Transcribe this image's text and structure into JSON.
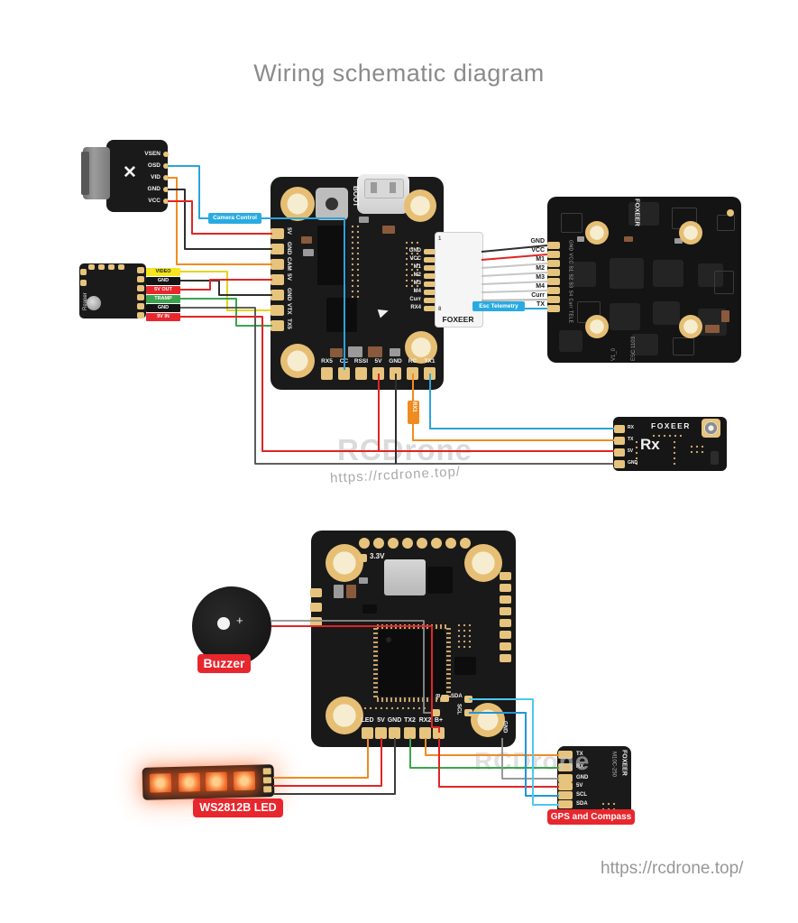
{
  "title": "Wiring schematic diagram",
  "watermark": {
    "brand": "RCDrone",
    "url": "https://rcdrone.top/"
  },
  "footer": {
    "url": "https://rcdrone.top/"
  },
  "colors": {
    "accent_blue": "#29abe2",
    "badge_red": "#e8262d",
    "wire_red": "#e02525",
    "wire_orange": "#f08b21",
    "wire_yellow": "#e5d41f",
    "wire_green": "#3aa54e",
    "wire_blue": "#2ba3da",
    "wire_cyan": "#4cc8f2",
    "wire_black": "#2f2f2f",
    "pcb_black": "#1a1a1a",
    "pad_gold": "#e7c47d"
  },
  "camera": {
    "logo": "✕",
    "pins": [
      "VSEN",
      "OSD",
      "VID",
      "GND",
      "VCC"
    ],
    "control_label": "Camera Control"
  },
  "vtx": {
    "name": "Reaper",
    "pins": [
      "VIDEO",
      "GND",
      "5V OUT",
      "TRAMP",
      "GND",
      "9V IN"
    ]
  },
  "fc_top": {
    "boot": "BOOT",
    "brand": "FOXEER",
    "left_pins": [
      "5V",
      "GND",
      "CAM",
      "5V",
      "GND",
      "VTX",
      "TX5"
    ],
    "conn_pins": [
      "GND",
      "VCC",
      "M1",
      "M2",
      "M3",
      "M4",
      "Curr",
      "RX4"
    ],
    "pin_first": "1",
    "pin_last": "8",
    "bottom_pins": [
      "RX5",
      "CC",
      "RSSI",
      "5V",
      "GND",
      "RC",
      "TX1"
    ],
    "rx1_tag": "RX1"
  },
  "esc": {
    "brand": "FOXEER",
    "wire_labels": [
      "GND",
      "VCC",
      "M1",
      "M2",
      "M3",
      "M4",
      "Curr",
      "TX"
    ],
    "silkscreen": "GND VCC S1 S2 S3 S4 Curr TELE",
    "version": "V1_0",
    "model": "ESC 1103",
    "telemetry_label": "Esc Telemetry"
  },
  "receiver": {
    "brand": "FOXEER",
    "title": "Rx",
    "pins": [
      "RX",
      "TX",
      "5V",
      "GND"
    ]
  },
  "fc_bottom": {
    "v33": "3.3V",
    "bottom_pins": [
      "LED",
      "5V",
      "GND",
      "TX2",
      "RX2",
      "B+"
    ],
    "bminus": "B-",
    "sda": "SDA",
    "scl": "SCL",
    "gnd": "GND"
  },
  "buzzer": {
    "label": "Buzzer",
    "plus": "+"
  },
  "led_strip": {
    "label": "WS2812B LED"
  },
  "gps": {
    "brand": "FOXEER",
    "model": "M10C-250",
    "pins": [
      "TX",
      "RX",
      "GND",
      "5V",
      "SCL",
      "SDA"
    ],
    "label": "GPS and Compass"
  }
}
